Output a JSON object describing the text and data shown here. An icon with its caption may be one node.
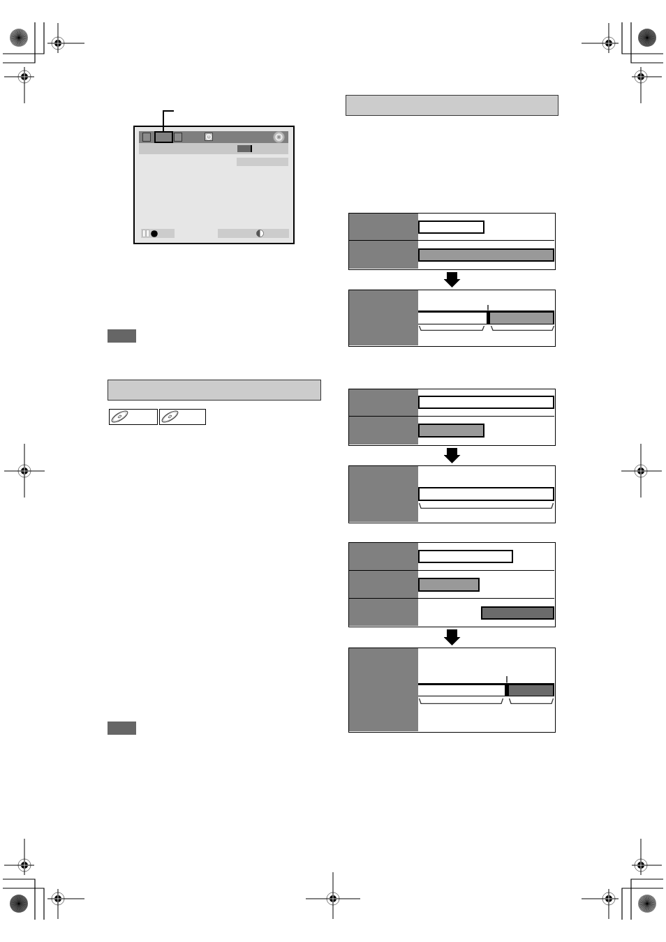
{
  "diagram": {
    "nodes": [
      {
        "text": [],
        "shape": "picture"
      },
      {
        "text": [],
        "shape": "box",
        "in": 0
      },
      {
        "text": [],
        "shape": "box"
      },
      {
        "text": [],
        "shape": "box"
      },
      {
        "text": [],
        "shape": "box"
      },
      {
        "text": [],
        "shape": "box"
      },
      {
        "text": [],
        "shape": "box"
      },
      {
        "text": [],
        "shape": "box"
      },
      {
        "text": [],
        "shape": "box"
      },
      {
        "text": [],
        "shape": "bar",
        "in": 8
      },
      {
        "text": [],
        "shape": "bar",
        "in": 8
      },
      {
        "text": [],
        "shape": "box"
      },
      {
        "text": [],
        "shape": "bar",
        "in": 11
      },
      {
        "text": [],
        "shape": "bar",
        "in": 11
      },
      {
        "text": [],
        "shape": "bar",
        "in": 11
      },
      {
        "text": [],
        "shape": "box"
      },
      {
        "text": [],
        "shape": "bar",
        "in": 15
      },
      {
        "text": [],
        "shape": "bar",
        "in": 15
      },
      {
        "text": [],
        "shape": "box"
      },
      {
        "text": [],
        "shape": "bar",
        "in": 18
      },
      {
        "text": [],
        "shape": "box"
      },
      {
        "text": [],
        "shape": "bar",
        "in": 20
      },
      {
        "text": [],
        "shape": "bar",
        "in": 20
      },
      {
        "text": [],
        "shape": "bar",
        "in": 20
      },
      {
        "text": [],
        "shape": "box"
      },
      {
        "text": [],
        "shape": "bar",
        "in": 24
      },
      {
        "text": [],
        "shape": "bar",
        "in": 24
      },
      {
        "text": [],
        "shape": "bar",
        "in": 24
      }
    ],
    "edges": [
      {
        "from": null,
        "to": 1,
        "arrow": "none"
      },
      {
        "from": 8,
        "to": 11,
        "arrow": "to",
        "style": "thick"
      },
      {
        "from": null,
        "to": 13,
        "arrow": "none"
      },
      {
        "from": 15,
        "to": 18,
        "arrow": "to",
        "style": "thick"
      },
      {
        "from": 20,
        "to": 24,
        "arrow": "to",
        "style": "thick"
      },
      {
        "from": null,
        "to": 26,
        "arrow": "none"
      }
    ]
  }
}
